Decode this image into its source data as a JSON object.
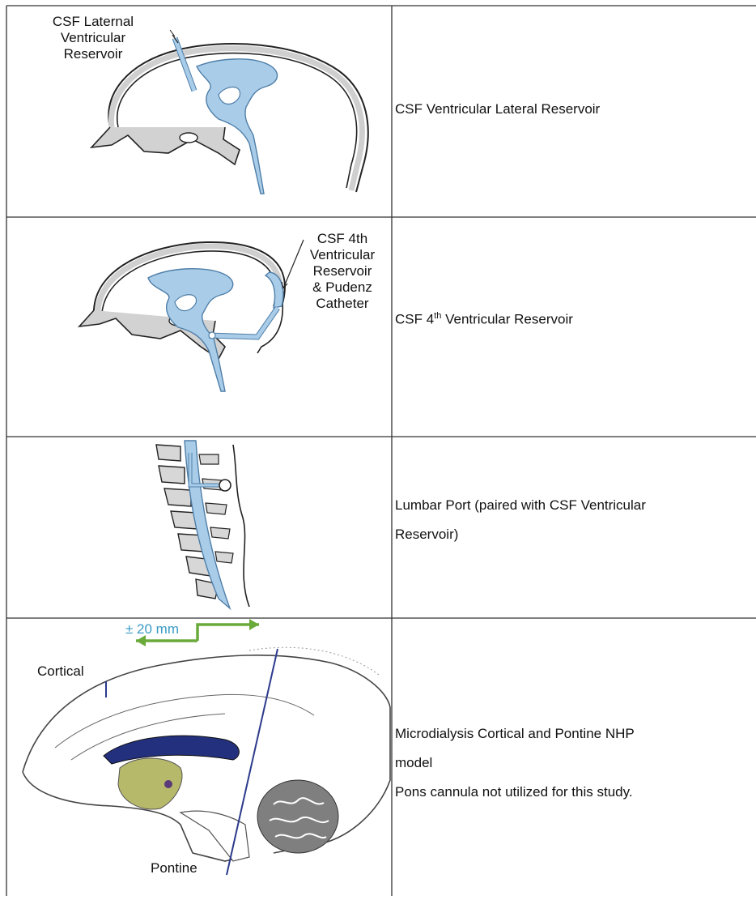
{
  "rows": [
    {
      "figure_label": [
        "CSF Laternal",
        "Ventricular",
        "Reservoir"
      ],
      "description": "CSF Ventricular Lateral Reservoir"
    },
    {
      "figure_label": [
        "CSF 4th",
        "Ventricular",
        "Reservoir",
        "& Pudenz",
        "Catheter"
      ],
      "description_pre": "CSF 4",
      "description_sup": "th",
      "description_post": " Ventricular Reservoir"
    },
    {
      "description_lines": [
        "Lumbar Port (paired with CSF Ventricular",
        "Reservoir)"
      ]
    },
    {
      "labels": {
        "cortical": "Cortical",
        "pontine": "Pontine",
        "range": "± 20 mm"
      },
      "description_lines": [
        "Microdialysis Cortical and Pontine NHP",
        "model",
        "Pons cannula not utilized for this study."
      ]
    }
  ],
  "colors": {
    "csf": "#a9cde9",
    "csf_stroke": "#5d8fb8",
    "skull": "#d0d0d0",
    "arrow": "#6aaa3a",
    "range_text": "#3a9bc4",
    "probe": "#2c3a8c",
    "thalamus": "#b6b86a",
    "cerebellum": "#777777"
  }
}
